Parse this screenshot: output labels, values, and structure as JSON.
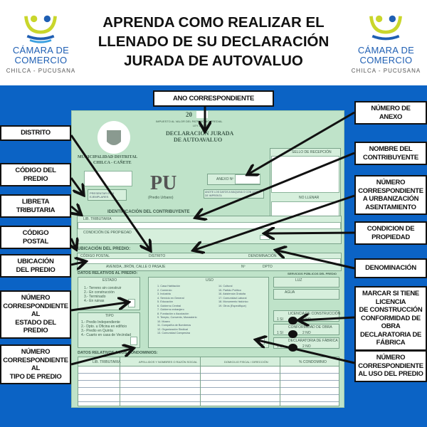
{
  "header": {
    "title_lines": [
      "APRENDA COMO REALIZAR EL",
      "LLENADO DE SU DECLARACIÓN",
      "JURADA DE AUTOVALUO"
    ],
    "logo_left": {
      "name": "CÁMARA DE COMERCIO",
      "sub": "CHILCA - PUCUSANA"
    },
    "logo_right": {
      "name": "CÁMARA DE COMERCIO",
      "sub": "CHILCA - PUCUSANA"
    }
  },
  "form": {
    "year_prefix": "20",
    "tax": "IMPUESTO AL VALOR DEL PATRIMONIO PREDIAL",
    "law": "LEY 23552",
    "doc_title_1": "DECLARACIÓN JURADA",
    "doc_title_2": "DE AUTOAVALUO",
    "municipality_1": "MUNICIPALIDAD DISTRITAL",
    "municipality_2": "CHILCA - CAÑETE",
    "pu": "PU",
    "pu_sub": "(Predio Urbano)",
    "present": "PRESENTAR EN 3 EJEMPLARES",
    "anexo": "ANEXO Nº",
    "anote": "ANOTE LOS DATOS A MAQUINA O CON LETRA DE IMPRENTA",
    "sello": "SELLO DE RECEPCIÓN",
    "no_llenar": "NO LLENAR",
    "identificacion": "IDENTIFICACIÓN DEL CONTRIBUYENTE",
    "lib_tributaria": "LIB. TRIBUTARIA",
    "condicion": "CONDICIÓN DE PROPIEDAD",
    "ubicacion": "UBICACIÓN DEL PREDIO:",
    "codigo_postal": "CÓDIGO POSTAL",
    "distrito": "DISTRITO",
    "denominacion": "DENOMINACIÓN",
    "avenida": "AVENIDA, JIRÓN, CALLE O PASAJE",
    "nro": "Nº",
    "dpto": "DPTO",
    "datos_relativos": "DATOS RELATIVOS AL PREDIO:",
    "estado": "ESTADO",
    "estado_items": [
      "1.- Terreno sin construir",
      "2.- En construcción",
      "3.- Terminado",
      "4.- En ruinas"
    ],
    "tipo": "TIPO",
    "tipo_items": [
      "1.- Predio Independiente",
      "2.- Dpto. u Oficina en edificio",
      "3.- Predio en Quinta",
      "4.- Cuarto en casa de Vecindad"
    ],
    "uso": "USO",
    "uso_items_1": [
      "1. Casa Habitación",
      "2. Comercio",
      "3. Industria",
      "4. Servicio en General",
      "5. Educación",
      "6. Gobierno Central",
      "7. Gobierno extranjero",
      "8. Fundación o Asociación",
      "9. Templo, Convento, Monasterio",
      "10. Museo",
      "11. Compañía de Bomberos",
      "12. Organización Sindical",
      "13. Comunidad Campesina"
    ],
    "uso_items_2": [
      "14. Cultural",
      "15. Partido Político",
      "16. Asistencia Gratuita",
      "17. Comunidad Laboral",
      "18. Monumento histórico",
      "19. Otros (Especifique)"
    ],
    "servicios": "SERVICIOS PÚBLICOS DEL PREDIO",
    "luz": "LUZ",
    "agua": "AGUA",
    "licencia": "LICENCIA DE CONSTRUCCIÓN",
    "conformidad": "CONFORMIDAD DE OBRA",
    "declaratoria": "DECLARATORIA DE FÁBRICA",
    "si": "1 SI",
    "no": "2 NO",
    "condominios": "DATOS RELATIVOS A LOS CONDOMINIOS:",
    "cond_cols": [
      "LIB. TRIBUTARIA",
      "APELLIDOS Y NOMBRES O RAZÓN SOCIAL",
      "DOMICILIO FISCAL / DIRECCIÓN",
      "% CONDOMINIO"
    ]
  },
  "callouts": {
    "ano": "ANO CORRESPONDIENTE",
    "distrito": "DISTRITO",
    "codigo_predio": [
      "CÓDIGO DEL",
      "PREDIO"
    ],
    "libreta": [
      "LIBRETA",
      "TRIBUTARIA"
    ],
    "postal": [
      "CÓDIGO",
      "POSTAL"
    ],
    "ubicacion": [
      "UBICACIÓN",
      "DEL PREDIO"
    ],
    "estado": [
      "NÚMERO",
      "CORRESPONDIENTE AL",
      "ESTADO DEL PREDIO"
    ],
    "tipo": [
      "NÚMERO",
      "CORRESPONDIENTE AL",
      "TIPO DE PREDIO"
    ],
    "anexo": [
      "NÚMERO DE",
      "ANEXO"
    ],
    "nombre": [
      "NOMBRE DEL",
      "CONTRIBUYENTE"
    ],
    "urbanizacion": [
      "NÚMERO CORRESPONDIENTE",
      "A URBANIZACIÓN",
      "ASENTAMIENTO"
    ],
    "condicion": [
      "CONDICION DE",
      "PROPIEDAD"
    ],
    "denominacion": "DENOMINACIÓN",
    "marcar": [
      "MARCAR SI TIENE LICENCIA",
      "DE CONSTRUCCIÓN",
      "CONFORMIDAD DE OBRA",
      "DECLARATORIA DE FÁBRICA"
    ],
    "uso": [
      "NÚMERO",
      "CORRESPONDIENTE",
      "AL USO DEL PREDIO"
    ]
  },
  "colors": {
    "blue": "#0b63c5",
    "form_green": "#bfe3c9",
    "logo_blue": "#1f5fb3"
  }
}
